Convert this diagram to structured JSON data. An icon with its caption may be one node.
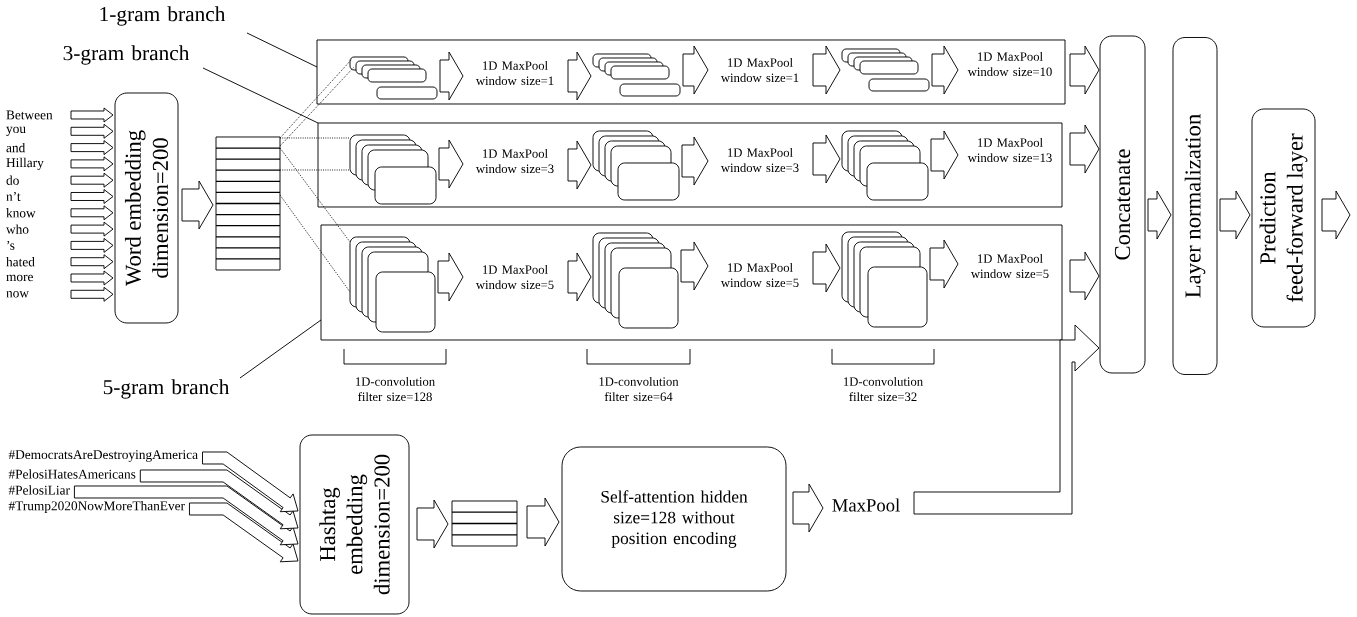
{
  "diagram": {
    "nodes": [
      {
        "text": [
          "Between"
        ]
      },
      {
        "text": [
          "you"
        ]
      },
      {
        "text": [
          "and"
        ]
      },
      {
        "text": [
          "Hillary"
        ]
      },
      {
        "text": [
          "do"
        ]
      },
      {
        "text": [
          "n’t"
        ]
      },
      {
        "text": [
          "know"
        ]
      },
      {
        "text": [
          "who"
        ]
      },
      {
        "text": [
          "’s"
        ]
      },
      {
        "text": [
          "hated"
        ]
      },
      {
        "text": [
          "more"
        ]
      },
      {
        "text": [
          "now"
        ]
      },
      {
        "text": [
          "Word embedding dimension=200"
        ]
      },
      {
        "text": [],
        "shape": "grid"
      },
      {
        "text": [
          "1-gram branch"
        ]
      },
      {
        "text": [],
        "shape": "box"
      },
      {
        "text": [],
        "shape": "stack",
        "in": 15
      },
      {
        "text": [
          "1D MaxPool window size=1"
        ],
        "in": 15
      },
      {
        "text": [],
        "shape": "stack",
        "in": 15
      },
      {
        "text": [
          "1D MaxPool window size=1"
        ],
        "in": 15
      },
      {
        "text": [],
        "shape": "stack",
        "in": 15
      },
      {
        "text": [
          "1D MaxPool window size=10"
        ],
        "in": 15
      },
      {
        "text": [
          "3-gram branch"
        ]
      },
      {
        "text": [],
        "shape": "box"
      },
      {
        "text": [],
        "shape": "stack",
        "in": 23
      },
      {
        "text": [
          "1D MaxPool window size=3"
        ],
        "in": 23
      },
      {
        "text": [],
        "shape": "stack",
        "in": 23
      },
      {
        "text": [
          "1D MaxPool window size=3"
        ],
        "in": 23
      },
      {
        "text": [],
        "shape": "stack",
        "in": 23
      },
      {
        "text": [
          "1D MaxPool window size=13"
        ],
        "in": 23
      },
      {
        "text": [
          "5-gram branch"
        ]
      },
      {
        "text": [],
        "shape": "box"
      },
      {
        "text": [],
        "shape": "stack",
        "in": 31
      },
      {
        "text": [
          "1D MaxPool window size=5"
        ],
        "in": 31
      },
      {
        "text": [],
        "shape": "stack",
        "in": 31
      },
      {
        "text": [
          "1D MaxPool window size=5"
        ],
        "in": 31
      },
      {
        "text": [],
        "shape": "stack",
        "in": 31
      },
      {
        "text": [
          "1D MaxPool window size=5"
        ],
        "in": 31
      },
      {
        "text": [
          "Concatenate"
        ]
      },
      {
        "text": [
          "Layer normalization"
        ]
      },
      {
        "text": [
          "Prediction feed-forward layer"
        ]
      },
      {
        "text": [
          "#DemocratsAreDestroyingAmerica"
        ]
      },
      {
        "text": [
          "#PelosiHatesAmericans"
        ]
      },
      {
        "text": [
          "#PelosiLiar"
        ]
      },
      {
        "text": [
          "#Trump2020NowMoreThanEver"
        ]
      },
      {
        "text": [
          "Hashtag embedding dimension=200"
        ]
      },
      {
        "text": [],
        "shape": "grid"
      },
      {
        "text": [
          "Self-attention hidden size=128 without position encoding"
        ]
      },
      {
        "text": [
          "MaxPool"
        ]
      }
    ],
    "edges": [
      {
        "from": 0,
        "to": 12,
        "arrow": "to"
      },
      {
        "from": 1,
        "to": 12,
        "arrow": "to"
      },
      {
        "from": 2,
        "to": 12,
        "arrow": "to"
      },
      {
        "from": 3,
        "to": 12,
        "arrow": "to"
      },
      {
        "from": 4,
        "to": 12,
        "arrow": "to"
      },
      {
        "from": 5,
        "to": 12,
        "arrow": "to"
      },
      {
        "from": 6,
        "to": 12,
        "arrow": "to"
      },
      {
        "from": 7,
        "to": 12,
        "arrow": "to"
      },
      {
        "from": 8,
        "to": 12,
        "arrow": "to"
      },
      {
        "from": 9,
        "to": 12,
        "arrow": "to"
      },
      {
        "from": 10,
        "to": 12,
        "arrow": "to"
      },
      {
        "from": 11,
        "to": 12,
        "arrow": "to"
      },
      {
        "from": 12,
        "to": 13,
        "arrow": "to"
      },
      {
        "from": 13,
        "to": 16,
        "arrow": "none",
        "style": "dashed"
      },
      {
        "from": 13,
        "to": 16,
        "arrow": "none",
        "style": "dashed"
      },
      {
        "from": 14,
        "to": 15,
        "arrow": "none"
      },
      {
        "from": 16,
        "to": 17,
        "arrow": "to"
      },
      {
        "from": 17,
        "to": 18,
        "arrow": "to"
      },
      {
        "from": 18,
        "to": 19,
        "arrow": "to"
      },
      {
        "from": 19,
        "to": 20,
        "arrow": "to"
      },
      {
        "from": 20,
        "to": 21,
        "arrow": "to"
      },
      {
        "from": 21,
        "to": 38,
        "arrow": "to"
      },
      {
        "from": 13,
        "to": 24,
        "arrow": "none",
        "style": "dashed"
      },
      {
        "from": 13,
        "to": 24,
        "arrow": "none",
        "style": "dashed"
      },
      {
        "from": 22,
        "to": 23,
        "arrow": "none"
      },
      {
        "from": 24,
        "to": 25,
        "arrow": "to"
      },
      {
        "from": 25,
        "to": 26,
        "arrow": "to"
      },
      {
        "from": 26,
        "to": 27,
        "arrow": "to"
      },
      {
        "from": 27,
        "to": 28,
        "arrow": "to"
      },
      {
        "from": 28,
        "to": 29,
        "arrow": "to"
      },
      {
        "from": 29,
        "to": 38,
        "arrow": "to"
      },
      {
        "from": 13,
        "to": 32,
        "arrow": "none",
        "style": "dashed"
      },
      {
        "from": 13,
        "to": 32,
        "arrow": "none",
        "style": "dashed"
      },
      {
        "from": 30,
        "to": 31,
        "arrow": "none"
      },
      {
        "from": 32,
        "to": 33,
        "arrow": "to"
      },
      {
        "from": 33,
        "to": 34,
        "arrow": "to"
      },
      {
        "from": 34,
        "to": 35,
        "arrow": "to"
      },
      {
        "from": 35,
        "to": 36,
        "arrow": "to"
      },
      {
        "from": 36,
        "to": 37,
        "arrow": "to"
      },
      {
        "from": 37,
        "to": 38,
        "arrow": "to"
      },
      {
        "from": 38,
        "to": 39,
        "arrow": "to"
      },
      {
        "from": 39,
        "to": 40,
        "arrow": "to"
      },
      {
        "from": 40,
        "to": null,
        "arrow": "to"
      },
      {
        "from": 41,
        "to": 45,
        "arrow": "to"
      },
      {
        "from": 42,
        "to": 45,
        "arrow": "to"
      },
      {
        "from": 43,
        "to": 45,
        "arrow": "to"
      },
      {
        "from": 44,
        "to": 45,
        "arrow": "to"
      },
      {
        "from": 45,
        "to": 46,
        "arrow": "to"
      },
      {
        "from": 46,
        "to": 47,
        "arrow": "to"
      },
      {
        "from": 47,
        "to": 48,
        "arrow": "to"
      },
      {
        "from": 48,
        "to": 38,
        "arrow": "to"
      }
    ],
    "labels": [
      "1D-convolution filter size=128",
      "1D-convolution filter size=64",
      "1D-convolution filter size=32"
    ]
  }
}
